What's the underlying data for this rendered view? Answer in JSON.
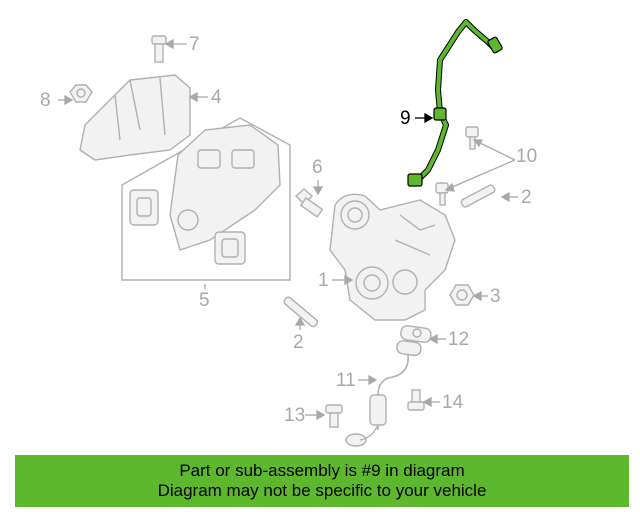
{
  "diagram": {
    "callouts": {
      "c1": "1",
      "c2a": "2",
      "c2b": "2",
      "c3": "3",
      "c4": "4",
      "c5": "5",
      "c6": "6",
      "c7": "7",
      "c8": "8",
      "c9": "9",
      "c10": "10",
      "c11": "11",
      "c12": "12",
      "c13": "13",
      "c14": "14"
    },
    "highlight_color": "#5db82e",
    "part_color": "#b0b0b0"
  },
  "banner": {
    "line1": "Part or sub-assembly is #9 in diagram",
    "line2": "Diagram may not be specific to your vehicle",
    "background": "#5db82e"
  }
}
